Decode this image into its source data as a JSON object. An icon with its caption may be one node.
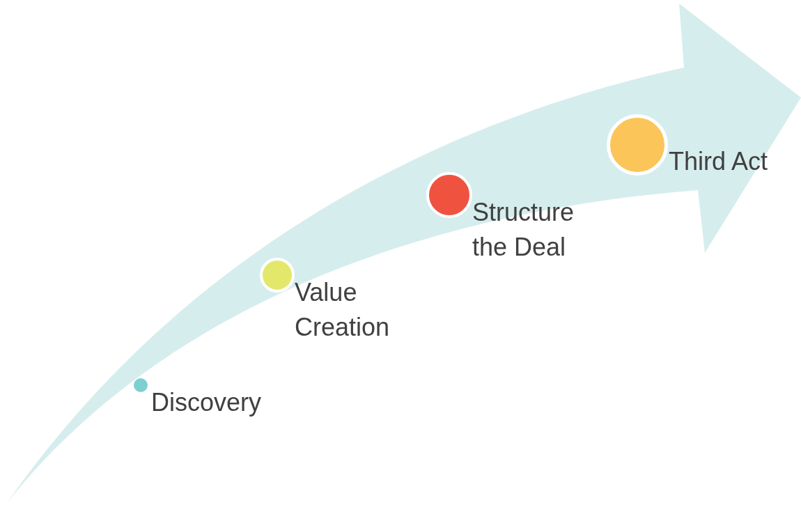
{
  "diagram": {
    "nodes": [
      {
        "text": [],
        "shape": "circle",
        "beside": [
          "Discovery"
        ]
      },
      {
        "text": [],
        "shape": "circle",
        "beside": [
          "Value Creation"
        ]
      },
      {
        "text": [],
        "shape": "circle",
        "beside": [
          "Structure the Deal"
        ]
      },
      {
        "text": [],
        "shape": "circle",
        "beside": [
          "Third Act"
        ]
      }
    ]
  }
}
